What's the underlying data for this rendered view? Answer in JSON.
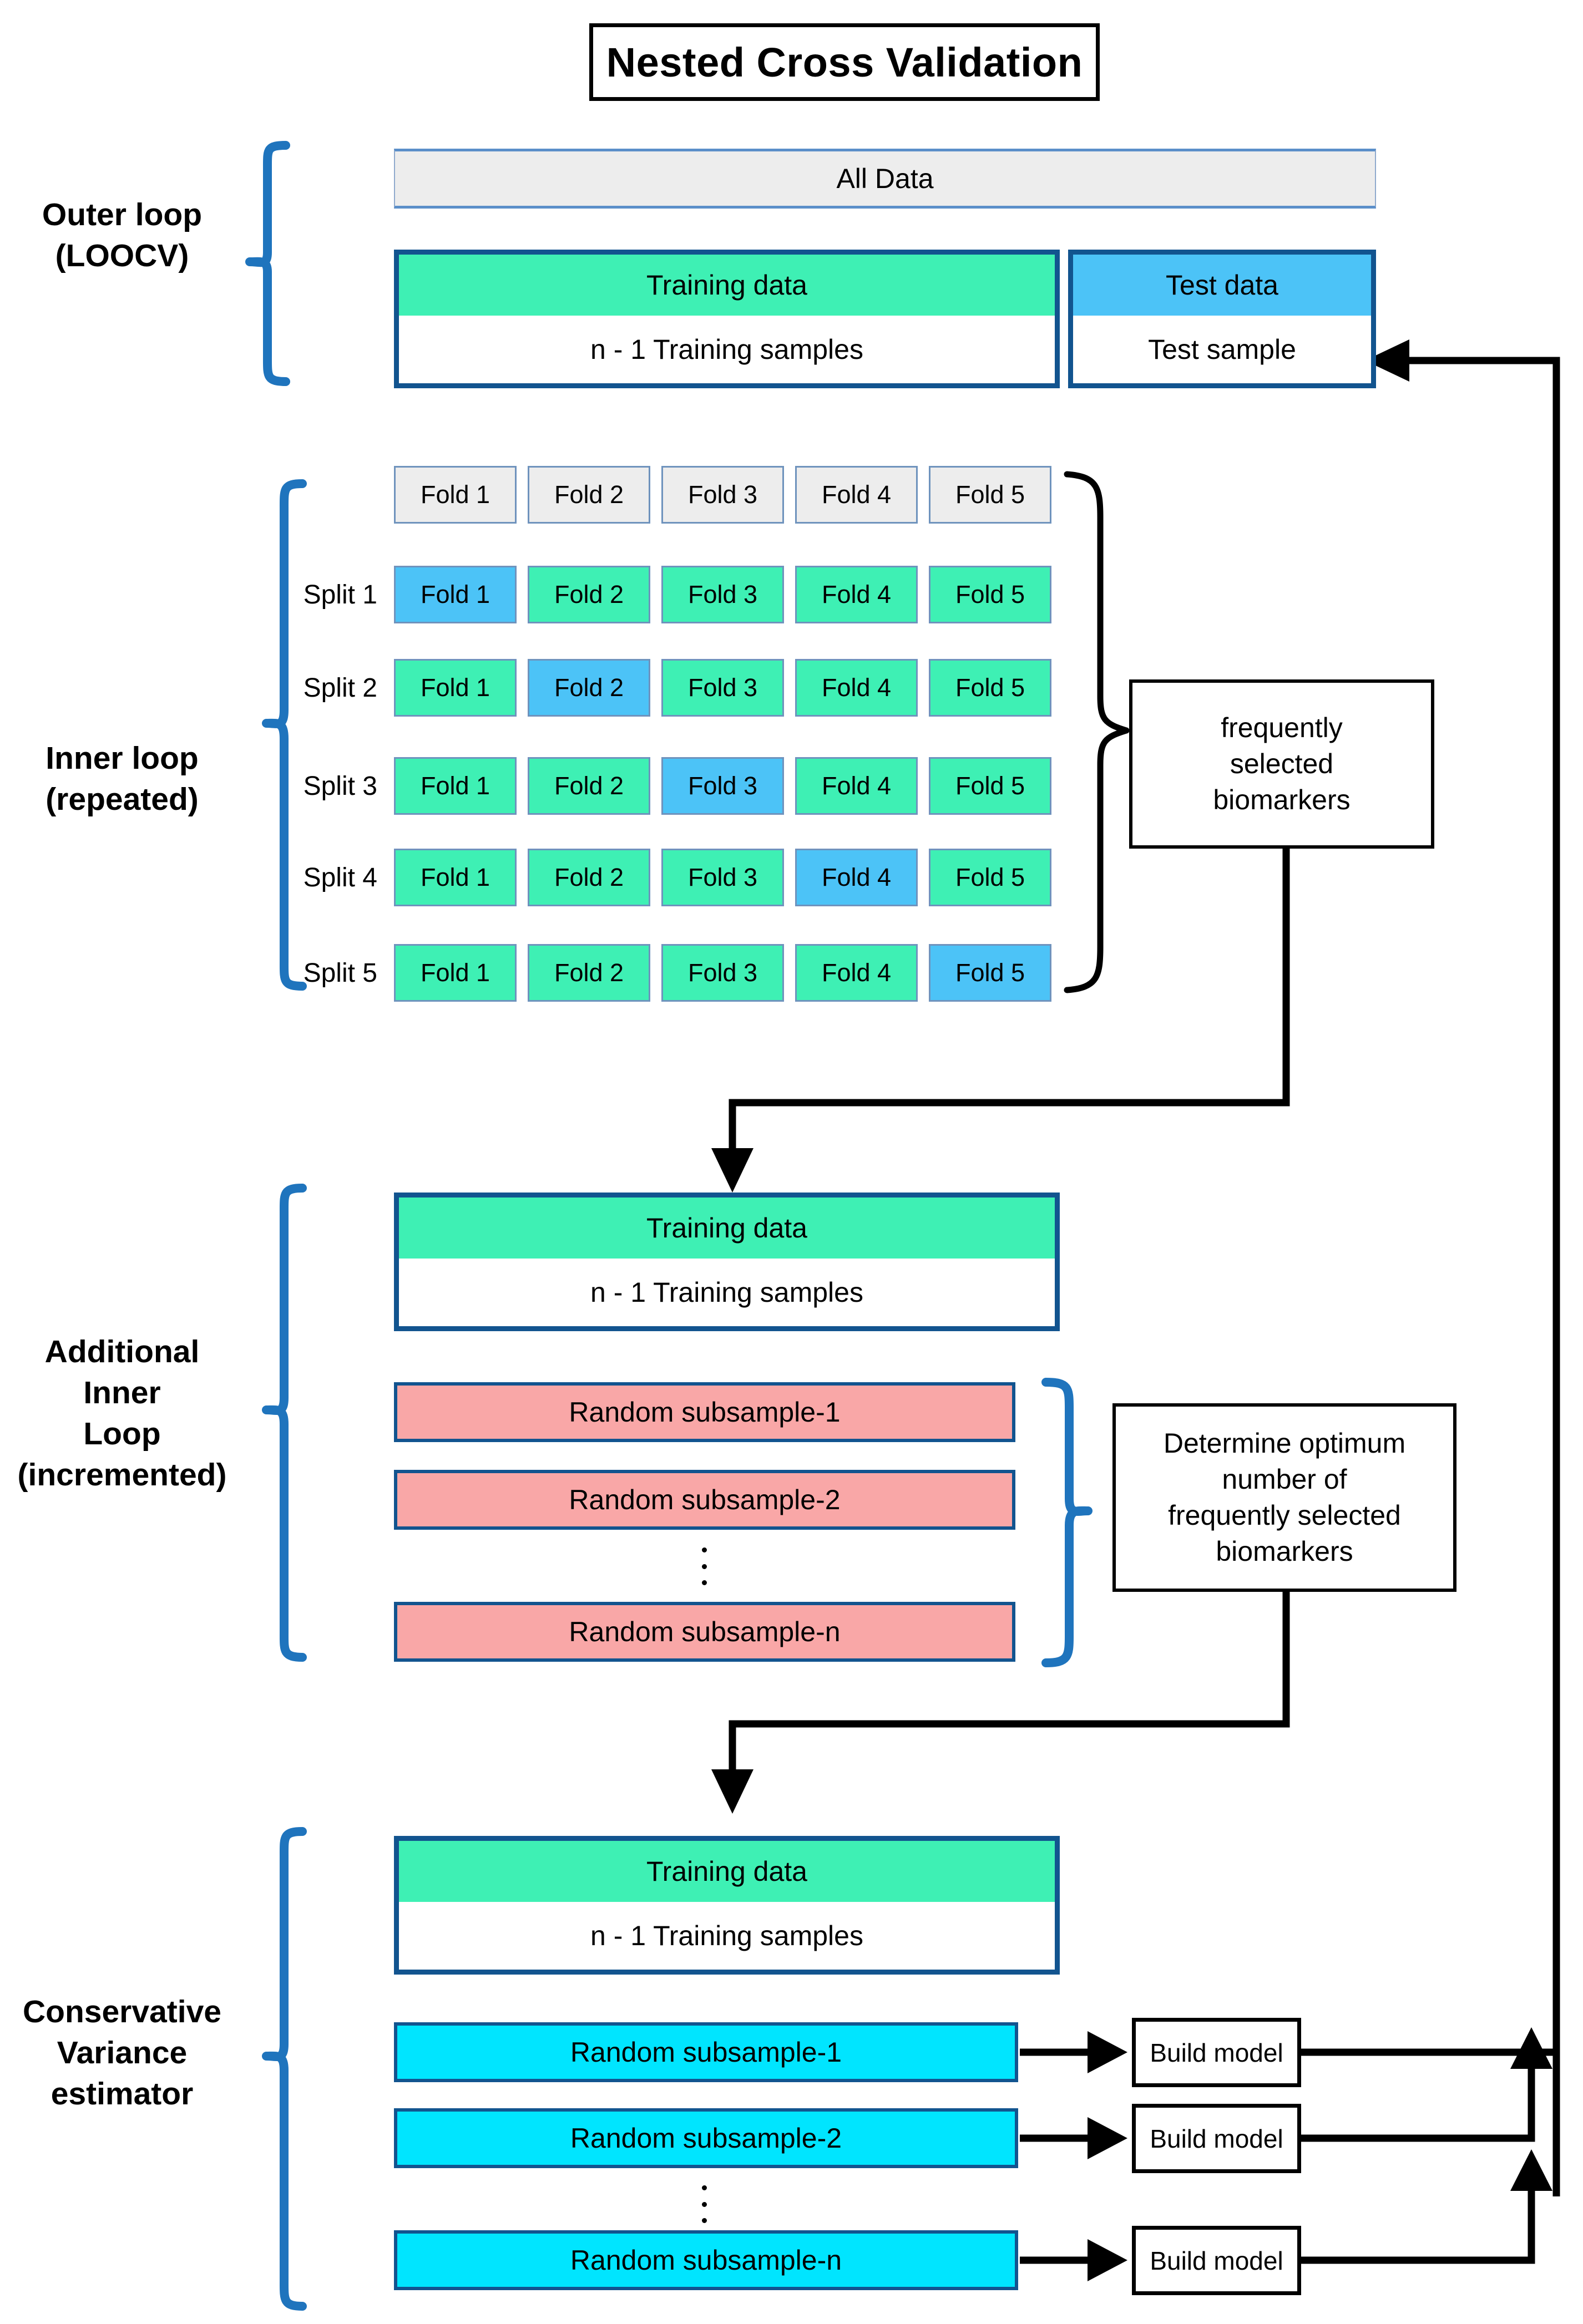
{
  "title": "Nested Cross Validation",
  "sections": {
    "outer_loop": {
      "line1": "Outer loop",
      "line2": "(LOOCV)"
    },
    "inner_loop": {
      "line1": "Inner loop",
      "line2": "(repeated)"
    },
    "additional_inner_loop": {
      "line1": "Additional",
      "line2": "Inner",
      "line3": "Loop",
      "line4": "(incremented)"
    },
    "conservative": {
      "line1": "Conservative",
      "line2": "Variance",
      "line3": "estimator"
    }
  },
  "outer": {
    "all_data": "All Data",
    "training_header": "Training data",
    "training_sub": "n - 1 Training samples",
    "test_header": "Test data",
    "test_sub": "Test sample"
  },
  "folds": {
    "header_row": [
      "Fold 1",
      "Fold 2",
      "Fold 3",
      "Fold 4",
      "Fold 5"
    ],
    "split_labels": [
      "Split 1",
      "Split 2",
      "Split 3",
      "Split 4",
      "Split 5"
    ],
    "rows": [
      {
        "label": "Split 1",
        "cells": [
          "Fold 1",
          "Fold 2",
          "Fold 3",
          "Fold 4",
          "Fold 5"
        ],
        "held_out_index": 0
      },
      {
        "label": "Split 2",
        "cells": [
          "Fold 1",
          "Fold 2",
          "Fold 3",
          "Fold 4",
          "Fold 5"
        ],
        "held_out_index": 1
      },
      {
        "label": "Split 3",
        "cells": [
          "Fold 1",
          "Fold 2",
          "Fold 3",
          "Fold 4",
          "Fold 5"
        ],
        "held_out_index": 2
      },
      {
        "label": "Split 4",
        "cells": [
          "Fold 1",
          "Fold 2",
          "Fold 3",
          "Fold 4",
          "Fold 5"
        ],
        "held_out_index": 3
      },
      {
        "label": "Split 5",
        "cells": [
          "Fold 1",
          "Fold 2",
          "Fold 3",
          "Fold 4",
          "Fold 5"
        ],
        "held_out_index": 4
      }
    ]
  },
  "notes": {
    "biomarkers": "frequently\nselected\nbiomarkers",
    "optimum": "Determine optimum\nnumber of\nfrequently selected\nbiomarkers"
  },
  "additional_inner": {
    "training_header": "Training data",
    "training_sub": "n - 1 Training samples",
    "subsamples": [
      "Random subsample-1",
      "Random subsample-2",
      "Random subsample-n"
    ]
  },
  "conservative_block": {
    "training_header": "Training data",
    "training_sub": "n - 1 Training samples",
    "subsamples": [
      "Random subsample-1",
      "Random subsample-2",
      "Random subsample-n"
    ],
    "build_model_label": "Build model",
    "build_models": [
      "Build model",
      "Build model",
      "Build model"
    ]
  },
  "colors": {
    "training_green": "#3ef0b4",
    "test_blue": "#4cc3f7",
    "subsample_pink": "#f9a7a7",
    "subsample_cyan": "#00e5ff",
    "panel_border": "#12548f",
    "brace_blue": "#1f74bd",
    "header_gray": "#ededed"
  }
}
